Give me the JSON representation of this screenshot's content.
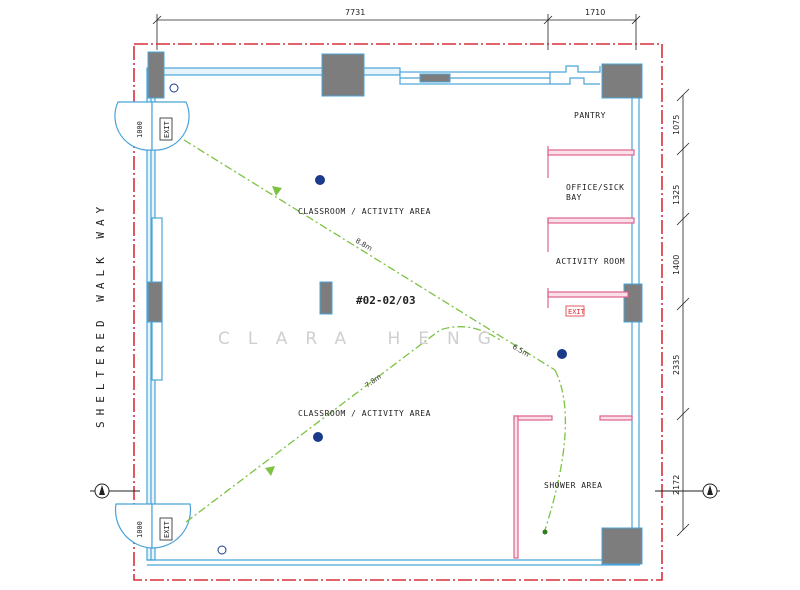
{
  "dimensions": {
    "top_left": "7731",
    "top_right": "1710",
    "right_1": "1075",
    "right_2": "1325",
    "right_3": "1400",
    "right_4": "2335",
    "right_5": "2172"
  },
  "rooms": {
    "pantry": "PANTRY",
    "office": "OFFICE/SICK",
    "office_2": "BAY",
    "activity_room": "ACTIVITY ROOM",
    "classroom_top": "CLASSROOM / ACTIVITY AREA",
    "classroom_bottom": "CLASSROOM / ACTIVITY AREA",
    "shower": "SHOWER AREA"
  },
  "unit_no": "#02-02/03",
  "walkway": "SHELTERED WALK WAY",
  "watermark": "CLARA HENG",
  "doors": {
    "top_width": "1000",
    "bottom_width": "1000",
    "exit": "EXIT"
  },
  "distances": {
    "d1": "8.8m",
    "d2": "6.5m",
    "d3": "7.8m"
  },
  "colors": {
    "boundary": "#d9303a",
    "wall": "#4aa3d8",
    "partition": "#e0628f",
    "route": "#7cc243",
    "column": "#7d7d7d"
  }
}
